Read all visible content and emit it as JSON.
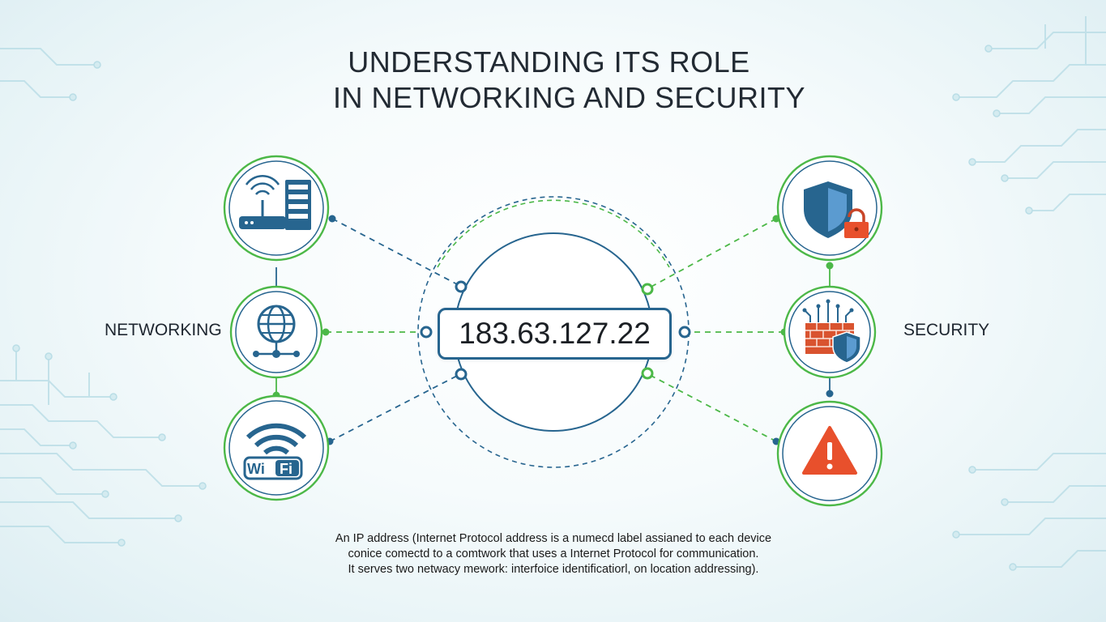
{
  "title": {
    "line1": "UNDERSTANDING ITS ROLE",
    "line2": "IN NETWORKING AND SECURITY"
  },
  "center": {
    "ip_address": "183.63.127.22"
  },
  "labels": {
    "networking": "NETWORKING",
    "security": "SECURITY"
  },
  "description": [
    "An IP address (Internet Protocol address is a numecd label assianed to each device",
    "conice comectd to a comtwork that uses a Internet Protocol for communication.",
    "It serves two netwacy mework: interfoice identificatiorl, on location addressing)."
  ],
  "icons": {
    "networking": [
      "router-server-icon",
      "globe-network-icon",
      "wifi-icon"
    ],
    "security": [
      "shield-lock-icon",
      "firewall-shield-icon",
      "warning-icon"
    ]
  },
  "colors": {
    "blue": "#27658f",
    "green": "#4cb848",
    "warning": "#e8502c",
    "title": "#222a33"
  }
}
